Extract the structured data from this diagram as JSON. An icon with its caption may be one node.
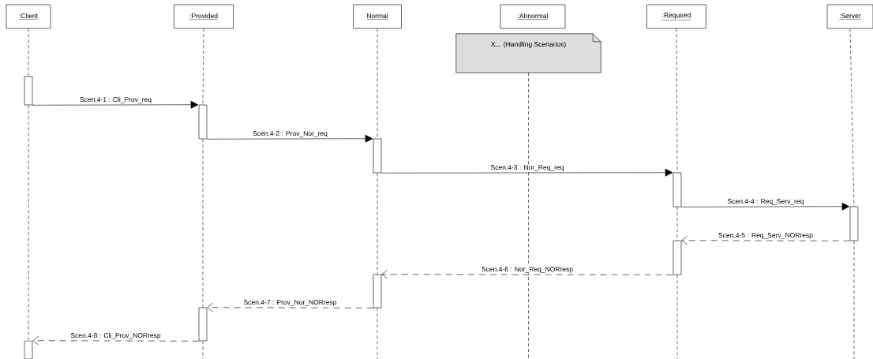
{
  "diagram": {
    "nodes": [
      {
        "text": [
          ":Client"
        ]
      },
      {
        "text": [
          ":Provided"
        ]
      },
      {
        "text": [
          "Normal"
        ]
      },
      {
        "text": [
          ":Abnormal"
        ]
      },
      {
        "text": [
          ":Required"
        ]
      },
      {
        "text": [
          ":Server"
        ]
      },
      {
        "text": [
          "X... (Handling Scenarios)"
        ]
      },
      {
        "text": [],
        "shape": "bar"
      },
      {
        "text": [],
        "shape": "bar"
      },
      {
        "text": [],
        "shape": "bar"
      },
      {
        "text": [],
        "shape": "bar"
      },
      {
        "text": [],
        "shape": "bar"
      },
      {
        "text": [],
        "shape": "bar"
      },
      {
        "text": [],
        "shape": "bar"
      },
      {
        "text": [],
        "shape": "bar"
      },
      {
        "text": [],
        "shape": "bar"
      }
    ],
    "edges": [
      {
        "from": 7,
        "to": 8,
        "arrow": "to",
        "label": "Scen.4-1 : Cli_Prov_req"
      },
      {
        "from": 8,
        "to": 9,
        "arrow": "to",
        "label": "Scen.4-2 : Prov_Nor_req"
      },
      {
        "from": 9,
        "to": 10,
        "arrow": "to",
        "label": "Scen.4-3 : Nor_Req_req"
      },
      {
        "from": 10,
        "to": 11,
        "arrow": "to",
        "label": "Scen.4-4 : Req_Serv_req"
      },
      {
        "from": 11,
        "to": 12,
        "arrow": "to",
        "label": "Scen.4-5 : Req_Serv_NORresp",
        "style": "dashed"
      },
      {
        "from": 12,
        "to": 13,
        "arrow": "to",
        "label": "Scen.4-6 : Nor_Req_NORresp",
        "style": "dashed"
      },
      {
        "from": 13,
        "to": 14,
        "arrow": "to",
        "label": "Scen.4-7 : Prov_Nor_NORresp",
        "style": "dashed"
      },
      {
        "from": 14,
        "to": 15,
        "arrow": "to",
        "label": "Scen.4-8 : Cli_Prov_NORresp",
        "style": "dashed"
      },
      {
        "from": 0,
        "to": 7,
        "arrow": "none",
        "style": "dashed"
      },
      {
        "from": 7,
        "to": 15,
        "arrow": "none",
        "style": "dashed"
      },
      {
        "from": 1,
        "to": 8,
        "arrow": "none",
        "style": "dashed"
      },
      {
        "from": 8,
        "to": 14,
        "arrow": "none",
        "style": "dashed"
      },
      {
        "from": 14,
        "to": null,
        "arrow": "none",
        "style": "dashed"
      },
      {
        "from": 2,
        "to": 9,
        "arrow": "none",
        "style": "dashed"
      },
      {
        "from": 9,
        "to": 13,
        "arrow": "none",
        "style": "dashed"
      },
      {
        "from": 13,
        "to": null,
        "arrow": "none",
        "style": "dashed"
      },
      {
        "from": 6,
        "to": null,
        "arrow": "none",
        "style": "dashed"
      },
      {
        "from": 4,
        "to": 10,
        "arrow": "none",
        "style": "dashed"
      },
      {
        "from": 10,
        "to": 12,
        "arrow": "none",
        "style": "dashed"
      },
      {
        "from": 12,
        "to": null,
        "arrow": "none",
        "style": "dashed"
      },
      {
        "from": 5,
        "to": 11,
        "arrow": "none",
        "style": "dashed"
      },
      {
        "from": 11,
        "to": null,
        "arrow": "none",
        "style": "dashed"
      }
    ]
  }
}
